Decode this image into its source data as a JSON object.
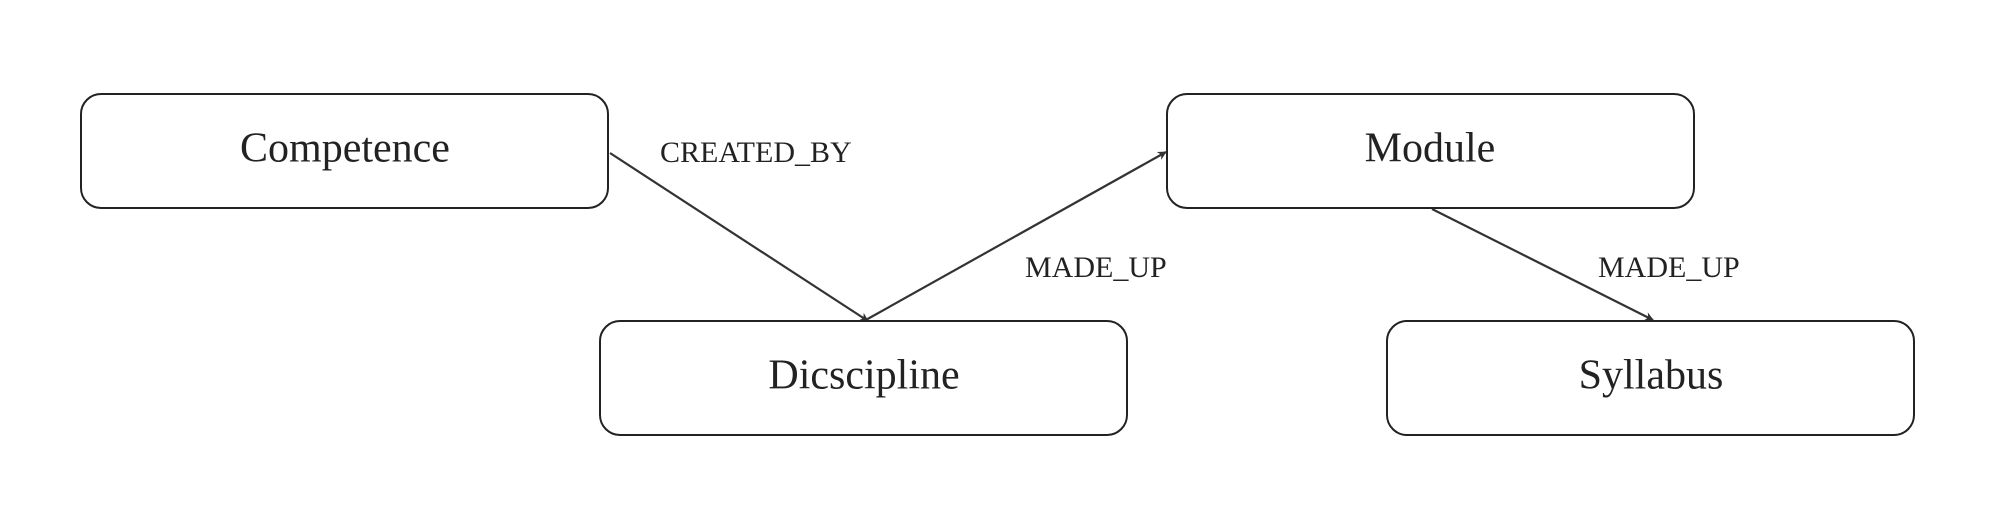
{
  "nodes": {
    "competence": "Competence",
    "discipline": "Dicscipline",
    "module": "Module",
    "syllabus": "Syllabus"
  },
  "edges": [
    {
      "from": "Competence",
      "to": "Dicscipline",
      "label": "CREATED_BY"
    },
    {
      "from": "Dicscipline",
      "to": "Module",
      "label": "MADE_UP"
    },
    {
      "from": "Module",
      "to": "Syllabus",
      "label": "MADE_UP"
    }
  ]
}
